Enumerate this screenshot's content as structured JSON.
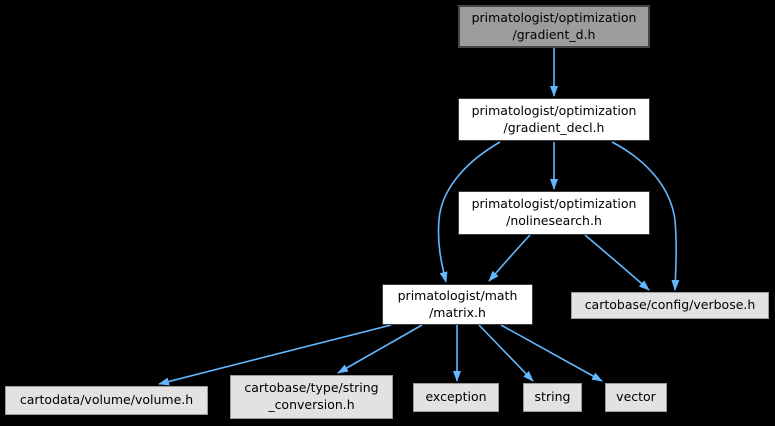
{
  "diagram": {
    "type": "include-dependency-graph",
    "background_color": "#000000",
    "edge_color": "#63b8ff",
    "node_styles": {
      "current_fill": "#9c9c9c",
      "internal_fill": "#ffffff",
      "external_fill": "#e2e2e2",
      "current_border": "#474747",
      "internal_border": "#3a3a3a",
      "external_border": "#9a9a9a",
      "text_color": "#000000"
    },
    "nodes": {
      "gradient_d": {
        "label": "primatologist/optimization\n/gradient_d.h",
        "role": "current"
      },
      "gradient_decl": {
        "label": "primatologist/optimization\n/gradient_decl.h",
        "role": "internal"
      },
      "nolinesearch": {
        "label": "primatologist/optimization\n/nolinesearch.h",
        "role": "internal"
      },
      "matrix": {
        "label": "primatologist/math\n/matrix.h",
        "role": "internal"
      },
      "verbose": {
        "label": "cartobase/config/verbose.h",
        "role": "external"
      },
      "volume": {
        "label": "cartodata/volume/volume.h",
        "role": "external"
      },
      "strconv": {
        "label": "cartobase/type/string\n_conversion.h",
        "role": "external"
      },
      "exception": {
        "label": "exception",
        "role": "external"
      },
      "string": {
        "label": "string",
        "role": "external"
      },
      "vector": {
        "label": "vector",
        "role": "external"
      }
    },
    "edges": [
      {
        "from": "gradient_d",
        "to": "gradient_decl"
      },
      {
        "from": "gradient_decl",
        "to": "nolinesearch"
      },
      {
        "from": "gradient_decl",
        "to": "matrix"
      },
      {
        "from": "gradient_decl",
        "to": "verbose"
      },
      {
        "from": "nolinesearch",
        "to": "matrix"
      },
      {
        "from": "nolinesearch",
        "to": "verbose"
      },
      {
        "from": "matrix",
        "to": "volume"
      },
      {
        "from": "matrix",
        "to": "strconv"
      },
      {
        "from": "matrix",
        "to": "exception"
      },
      {
        "from": "matrix",
        "to": "string"
      },
      {
        "from": "matrix",
        "to": "vector"
      }
    ]
  }
}
